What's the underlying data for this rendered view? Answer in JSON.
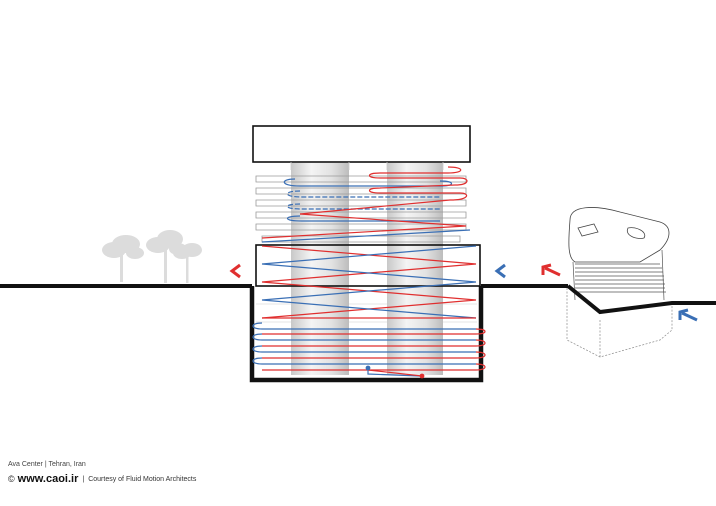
{
  "caption": {
    "location": "Ava Center | Tehran, Iran",
    "website": "www.caoi.ir",
    "separator": "|",
    "credit": "Courtesy of Fluid Motion Architects"
  },
  "icons": {
    "copyright": "copyright-icon",
    "exhaust_arrow": "chevron-left-icon",
    "intake_arrow": "chevron-left-icon",
    "flow_arrow": "arrow-up-left-icon"
  },
  "colors": {
    "warm_air": "#e02f2f",
    "cool_air": "#3a6fb5",
    "ground_line": "#111111",
    "background": "#ffffff"
  }
}
